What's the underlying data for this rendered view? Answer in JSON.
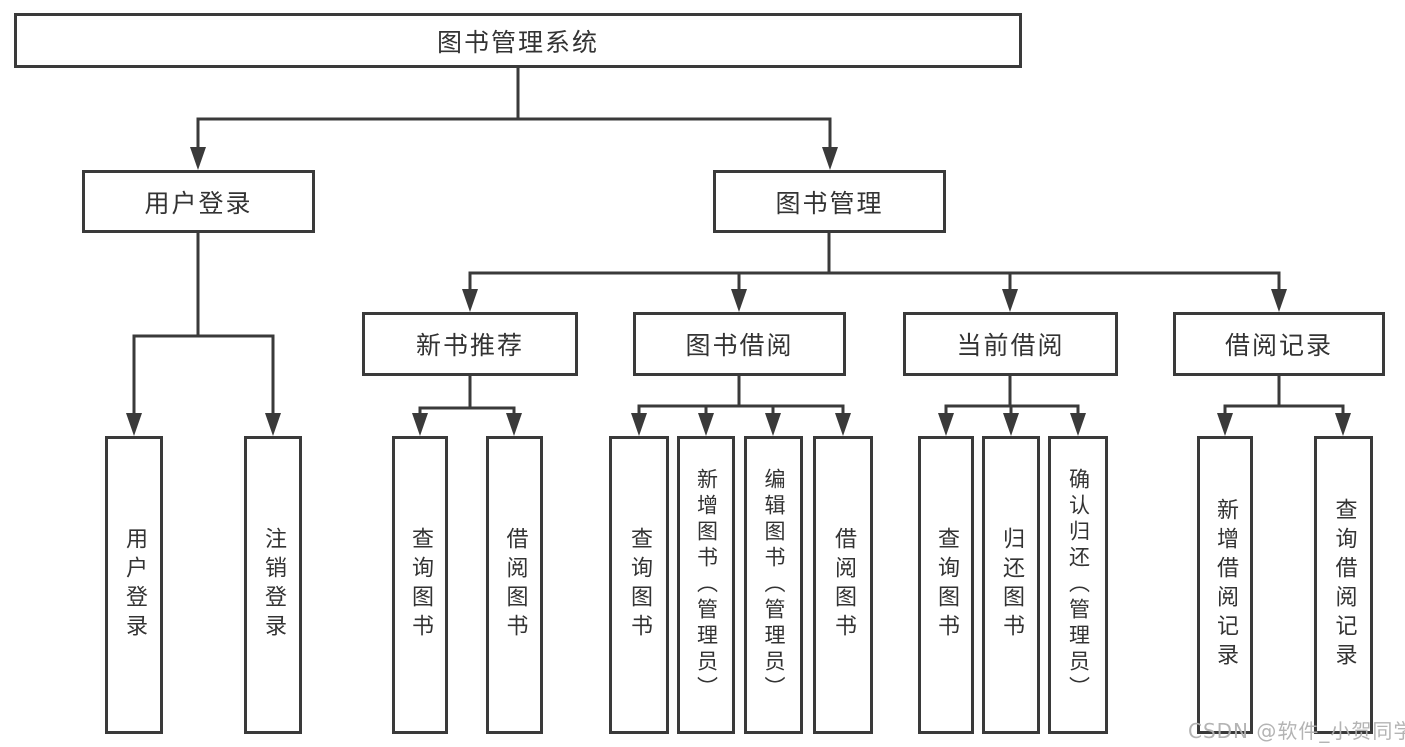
{
  "colors": {
    "line": "#3a3a3a",
    "text": "#333333",
    "watermark_text": "#b0b0b0",
    "background": "#ffffff"
  },
  "diagram": {
    "title": "图书管理系统",
    "level2": [
      {
        "label": "用户登录"
      },
      {
        "label": "图书管理"
      }
    ],
    "level3": [
      {
        "label": "新书推荐"
      },
      {
        "label": "图书借阅"
      },
      {
        "label": "当前借阅"
      },
      {
        "label": "借阅记录"
      }
    ],
    "leaves": [
      {
        "label": "用户登录"
      },
      {
        "label": "注销登录"
      },
      {
        "label": "查询图书"
      },
      {
        "label": "借阅图书"
      },
      {
        "label": "查询图书"
      },
      {
        "label": "新增图书（管理员）"
      },
      {
        "label": "编辑图书（管理员）"
      },
      {
        "label": "借阅图书"
      },
      {
        "label": "查询图书"
      },
      {
        "label": "归还图书"
      },
      {
        "label": "确认归还（管理员）"
      },
      {
        "label": "新增借阅记录"
      },
      {
        "label": "查询借阅记录"
      }
    ],
    "tree": {
      "图书管理系统": {
        "用户登录": [
          "用户登录",
          "注销登录"
        ],
        "图书管理": {
          "新书推荐": [
            "查询图书",
            "借阅图书"
          ],
          "图书借阅": [
            "查询图书",
            "新增图书（管理员）",
            "编辑图书（管理员）",
            "借阅图书"
          ],
          "当前借阅": [
            "查询图书",
            "归还图书",
            "确认归还（管理员）"
          ],
          "借阅记录": [
            "新增借阅记录",
            "查询借阅记录"
          ]
        }
      }
    }
  },
  "watermark": "CSDN @软件_小贺同学"
}
